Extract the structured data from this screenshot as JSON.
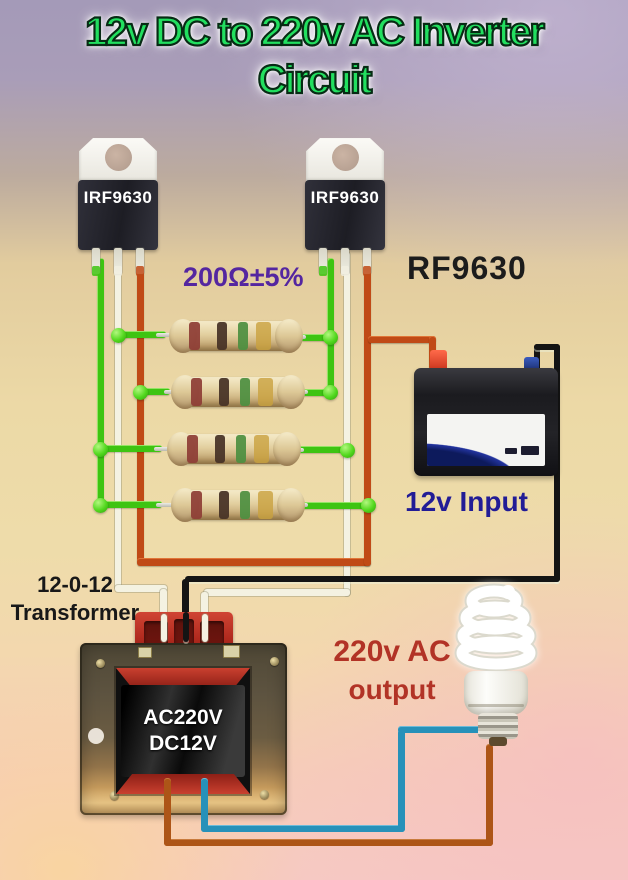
{
  "title": {
    "line1": "12v DC to 220v AC Inverter",
    "line2": "Circuit"
  },
  "mosfets": {
    "left_label": "IRF9630",
    "right_label": "IRF9630",
    "part_note": "RF9630"
  },
  "resistors": {
    "value_label": "200Ω±5%",
    "count": 4,
    "band_colors": [
      "maroon",
      "black",
      "green",
      "gold"
    ]
  },
  "battery": {
    "caption": "12v Input"
  },
  "transformer": {
    "caption_line1": "12-0-12",
    "caption_line2": "Transformer",
    "marking_line1": "AC220V",
    "marking_line2": "DC12V"
  },
  "output": {
    "caption_line1": "220v AC",
    "caption_line2": "output"
  },
  "colors": {
    "title_green": "#22df5f",
    "wire_green": "#3ec412",
    "wire_white": "#f4f2e2",
    "wire_orange": "#c04a16",
    "wire_black": "#141414",
    "wire_blue": "#2791b9",
    "wire_brown": "#ad5517",
    "junction_dot": "#52d81e",
    "value_purple": "#5426a0",
    "part_black": "#1c1c1c",
    "battery_navy": "#221c96",
    "output_red": "#b23326",
    "band_1": "#8e3d36",
    "band_2": "#463226",
    "band_3": "#4d8f41",
    "band_4": "#c9a13e"
  }
}
